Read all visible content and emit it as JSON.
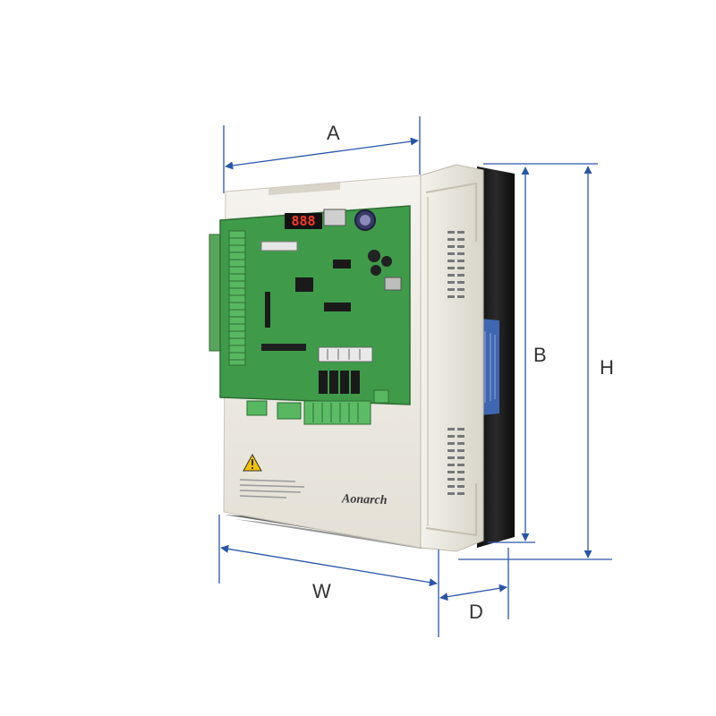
{
  "dimensions": {
    "A": "A",
    "B": "B",
    "H": "H",
    "W": "W",
    "D": "D"
  },
  "product": {
    "brand": "Aonarch",
    "display_digits": "888"
  },
  "colors": {
    "dimension_line": "#2a56a8",
    "board_green": "#3f9b4a",
    "enclosure": "#eeebe2",
    "heatsink": "#1a1a1a",
    "label_blue": "#3f66b0",
    "warning_yellow": "#f2c200"
  },
  "icons": {
    "warning": "warning-triangle-icon"
  }
}
